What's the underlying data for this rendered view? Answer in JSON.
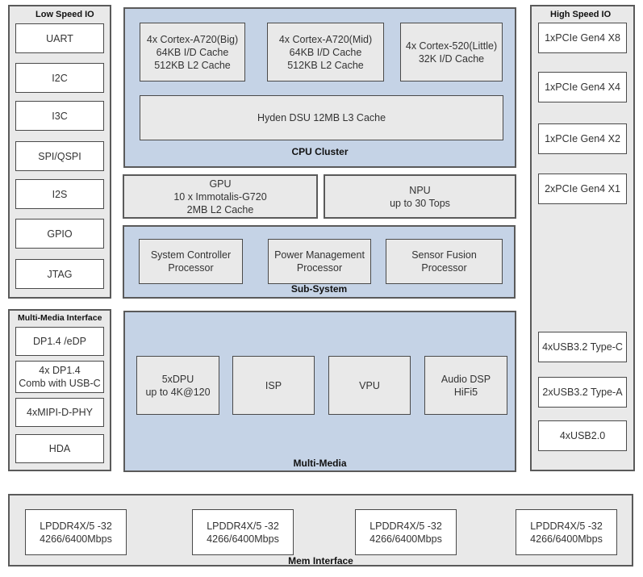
{
  "low_speed_io": {
    "title": "Low Speed  IO",
    "items": [
      "UART",
      "I2C",
      "I3C",
      "SPI/QSPI",
      "I2S",
      "GPIO",
      "JTAG"
    ]
  },
  "multimedia_interface": {
    "title": "Multi-Media Interface",
    "items": [
      [
        "DP1.4 /eDP"
      ],
      [
        "4x DP1.4",
        "Comb with USB-C"
      ],
      [
        "4xMIPI-D-PHY"
      ],
      [
        "HDA"
      ]
    ]
  },
  "cpu_cluster": {
    "title": "CPU Cluster",
    "cores": [
      [
        "4x Cortex-A720(Big)",
        "64KB I/D Cache",
        "512KB L2 Cache"
      ],
      [
        "4x Cortex-A720(Mid)",
        "64KB I/D Cache",
        "512KB L2 Cache"
      ],
      [
        "4x Cortex-520(Little)",
        "32K I/D Cache"
      ]
    ],
    "dsu": "Hyden DSU 12MB L3  Cache"
  },
  "gpu": [
    "GPU",
    "10 x Immotalis-G720",
    "2MB L2 Cache"
  ],
  "npu": [
    "NPU",
    "up to 30 Tops"
  ],
  "sub_system": {
    "title": "Sub-System",
    "items": [
      [
        "System Controller",
        "Processor"
      ],
      [
        "Power Management",
        "Processor"
      ],
      [
        "Sensor Fusion",
        "Processor"
      ]
    ]
  },
  "multi_media": {
    "title": "Multi-Media",
    "items": [
      [
        "5xDPU",
        "up to 4K@120"
      ],
      [
        "ISP"
      ],
      [
        "VPU"
      ],
      [
        "Audio DSP",
        "HiFi5"
      ]
    ]
  },
  "high_speed_io": {
    "title": "High Speed  IO",
    "pcie": [
      "1xPCIe Gen4 X8",
      "1xPCIe Gen4 X4",
      "1xPCIe Gen4 X2",
      "2xPCIe Gen4 X1"
    ],
    "usb": [
      "4xUSB3.2 Type-C",
      "2xUSB3.2 Type-A",
      "4xUSB2.0"
    ]
  },
  "mem_interface": {
    "title": "Mem Interface",
    "items": [
      [
        "LPDDR4X/5 -32",
        "4266/6400Mbps"
      ],
      [
        "LPDDR4X/5 -32",
        "4266/6400Mbps"
      ],
      [
        "LPDDR4X/5 -32",
        "4266/6400Mbps"
      ],
      [
        "LPDDR4X/5 -32",
        "4266/6400Mbps"
      ]
    ]
  }
}
